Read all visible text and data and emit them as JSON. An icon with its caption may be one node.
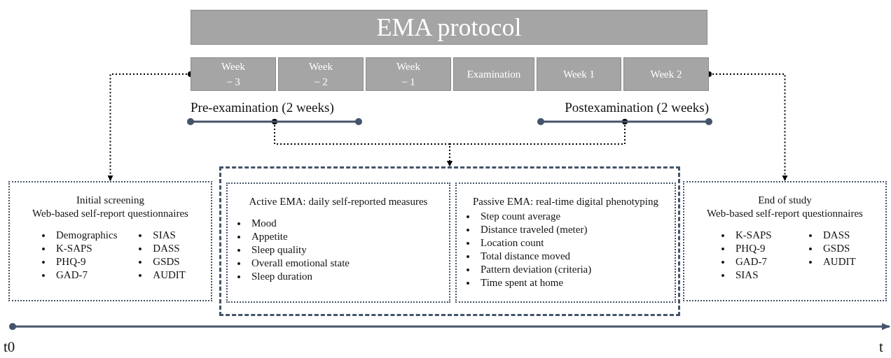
{
  "diagram": {
    "nodes": [
      {
        "text": [
          "EMA protocol"
        ]
      },
      {
        "text": [
          "Week − 3"
        ]
      },
      {
        "text": [
          "Week − 2"
        ]
      },
      {
        "text": [
          "Week − 1"
        ]
      },
      {
        "text": [
          "Examination"
        ]
      },
      {
        "text": [
          "Week 1"
        ]
      },
      {
        "text": [
          "Week 2"
        ]
      },
      {
        "text": [
          "Pre-examination (2 weeks)"
        ]
      },
      {
        "text": [
          "Postexamination (2 weeks)"
        ]
      },
      {
        "text": [
          "Initial screening",
          "Web-based self-report questionnaires",
          "Demographics",
          "K-SAPS",
          "PHQ-9",
          "GAD-7",
          "SIAS",
          "DASS",
          "GSDS",
          "AUDIT"
        ]
      },
      {
        "text": [],
        "shape": "box"
      },
      {
        "text": [
          "Active EMA: daily self-reported measures",
          "Mood",
          "Appetite",
          "Sleep quality",
          "Overall emotional state",
          "Sleep duration"
        ],
        "in": 10
      },
      {
        "text": [
          "Passive EMA: real-time digital phenotyping",
          "Step count average",
          "Distance traveled (meter)",
          "Location count",
          "Total distance moved",
          "Pattern deviation (criteria)",
          "Time spent at home"
        ],
        "in": 10
      },
      {
        "text": [
          "End of study",
          "Web-based self-report questionnaires",
          "K-SAPS",
          "PHQ-9",
          "GAD-7",
          "SIAS",
          "DASS",
          "GSDS",
          "AUDIT"
        ]
      }
    ],
    "edges": [
      {
        "from": 1,
        "to": 9,
        "arrow": "to",
        "style": "dashed"
      },
      {
        "from": 6,
        "to": 13,
        "arrow": "to",
        "style": "dashed"
      },
      {
        "from": 7,
        "to": 10,
        "arrow": "to",
        "style": "dashed"
      },
      {
        "from": 8,
        "to": 10,
        "arrow": "to",
        "style": "dashed"
      }
    ],
    "labels": [
      "t0",
      "t"
    ]
  }
}
